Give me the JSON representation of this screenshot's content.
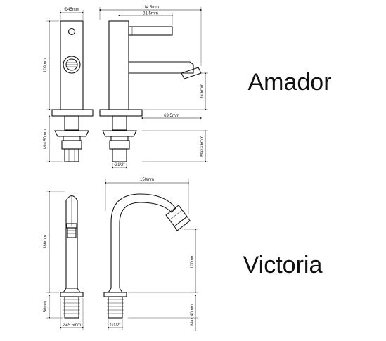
{
  "products": [
    {
      "name": "Amador",
      "dims": {
        "base_diameter": "Ø45mm",
        "overall_length": "114.5mm",
        "handle_length": "81.5mm",
        "height": "109mm",
        "spout_height": "46.5mm",
        "reach": "69.5mm",
        "min_tail": "Min.50mm",
        "thread": "G1/2\"",
        "max_deck": "Max.35mm"
      }
    },
    {
      "name": "Victoria",
      "dims": {
        "width": "150mm",
        "height": "186mm",
        "spout_height": "100mm",
        "tail": "50mm",
        "base_diameter": "Ø45.5mm",
        "thread": "G1/2\"",
        "max_deck": "Max.40mm"
      }
    }
  ]
}
